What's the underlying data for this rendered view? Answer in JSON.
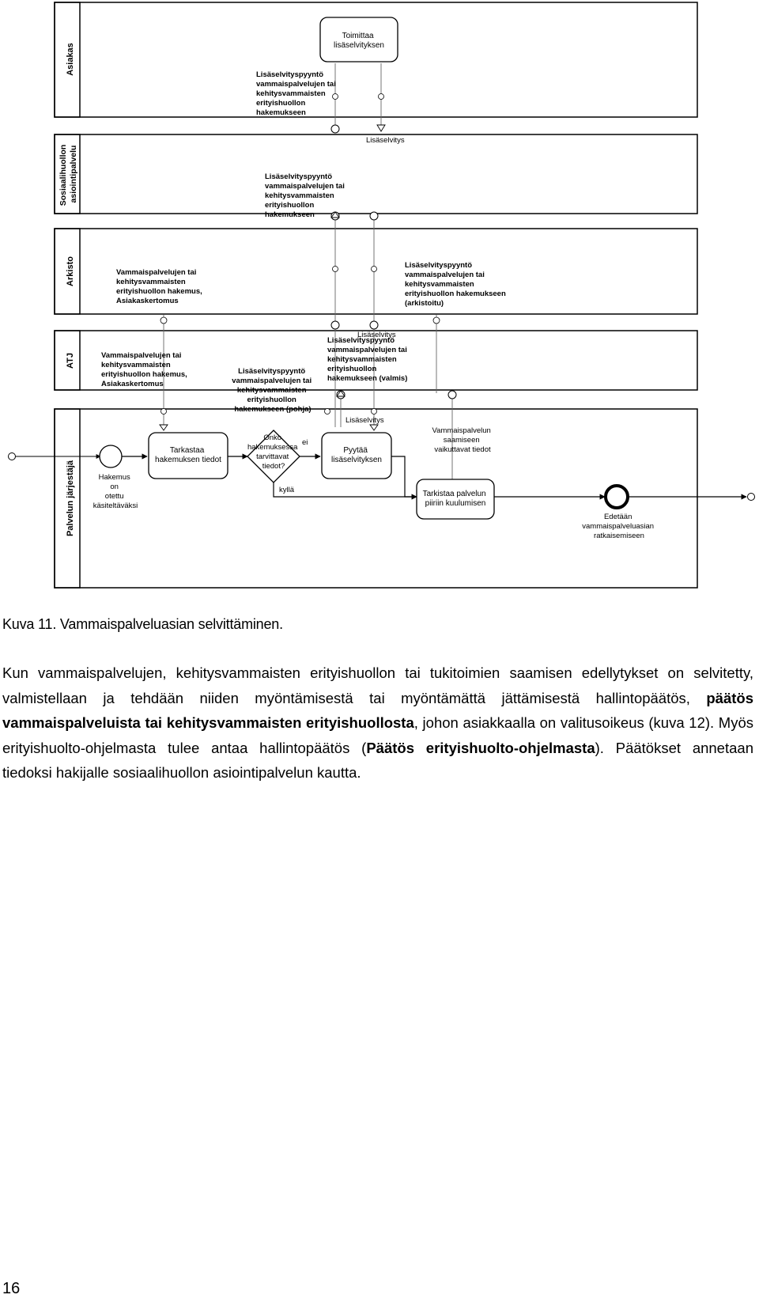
{
  "diagram": {
    "lanes": [
      "Asiakas",
      "Sosiaalihuollon asiointipalvelu",
      "Arkisto",
      "ATJ",
      "Palvelun järjestäjä"
    ],
    "tasks": {
      "toimittaa": [
        "Toimittaa",
        "lisäselvityksen"
      ],
      "tarkastaa": [
        "Tarkastaa",
        "hakemuksen tiedot"
      ],
      "pyytaa": [
        "Pyytää",
        "lisäselvityksen"
      ],
      "tarkistaa": [
        "Tarkistaa palvelun",
        "piiriin kuulumisen"
      ]
    },
    "gateway": {
      "label": [
        "Onko",
        "hakemuksessa",
        "tarvittavat",
        "tiedot?"
      ],
      "no": "ei",
      "yes": "kyllä"
    },
    "start_event": [
      "Hakemus",
      "on",
      "otettu",
      "käsiteltäväksi"
    ],
    "end_event": [
      "Edetään",
      "vammaispalveluasian",
      "ratkaisemiseen"
    ],
    "docs": {
      "asiakas_request": [
        "Lisäselvityspyyntö",
        "vammaispalvelujen tai",
        "kehitysvammaisten",
        "erityishuollon",
        "hakemukseen"
      ],
      "asiointi_request": [
        "Lisäselvityspyyntö",
        "vammaispalvelujen tai",
        "kehitysvammaisten",
        "erityishuollon",
        "hakemukseen"
      ],
      "arkisto_app": [
        "Vammaispalvelujen tai",
        "kehitysvammaisten",
        "erityishuollon hakemus,",
        "Asiakaskertomus"
      ],
      "arkisto_request": [
        "Lisäselvityspyyntö",
        "vammaispalvelujen tai",
        "kehitysvammaisten",
        "erityishuollon hakemukseen",
        "(arkistoitu)"
      ],
      "atj_app": [
        "Vammaispalvelujen tai",
        "kehitysvammaisten",
        "erityishuollon hakemus,",
        "Asiakaskertomus"
      ],
      "atj_draft": [
        "Lisäselvityspyyntö",
        "vammaispalvelujen tai",
        "kehitysvammaisten",
        "erityishuollon",
        "hakemukseen (pohja)"
      ],
      "atj_ready": [
        "Lisäselvityspyyntö",
        "vammaispalvelujen tai",
        "kehitysvammaisten",
        "erityishuollon",
        "hakemukseen (valmis)"
      ],
      "factors": [
        "Vammaispalvelun",
        "saamiseen",
        "vaikuttavat tiedot"
      ]
    },
    "lisaselvitys": "Lisäselvitys"
  },
  "caption": "Kuva 11. Vammaispalveluasian selvittäminen.",
  "paragraph": [
    {
      "t": "Kun vammaispalvelujen, kehitysvammaisten erityishuollon tai tukitoimien saamisen edellytykset on selvitetty, valmistellaan ja tehdään niiden myöntämisestä tai myöntämättä jättämisestä hallintopäätös, ",
      "b": false
    },
    {
      "t": "päätös vammaispalveluista tai kehitysvammaisten erityishuollosta",
      "b": true
    },
    {
      "t": ", johon asiakkaalla on valitusoikeus (kuva 12). Myös erityishuolto-ohjelmasta tulee antaa hallintopäätös (",
      "b": false
    },
    {
      "t": "Päätös erityishuolto-ohjelmasta",
      "b": true
    },
    {
      "t": "). Päätökset annetaan tiedoksi hakijalle sosiaalihuollon asiointipalvelun kautta.",
      "b": false
    }
  ],
  "page_number": "16"
}
